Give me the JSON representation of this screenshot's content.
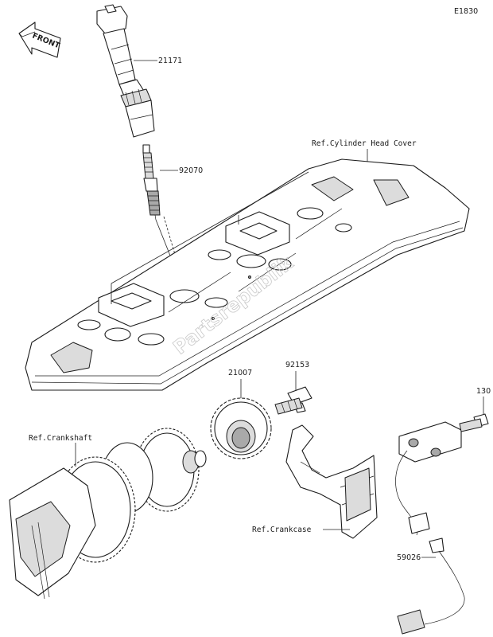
{
  "diagram_code": "E1830",
  "front_label": "FRONT",
  "watermark": "Partsrepublik",
  "parts": [
    {
      "id": "p21171",
      "number": "21171"
    },
    {
      "id": "p92070",
      "number": "92070"
    },
    {
      "id": "p21007",
      "number": "21007"
    },
    {
      "id": "p92153",
      "number": "92153"
    },
    {
      "id": "p130",
      "number": "130"
    },
    {
      "id": "p59026",
      "number": "59026"
    }
  ],
  "references": {
    "cylinder_head_cover": "Ref.Cylinder Head Cover",
    "crankshaft": "Ref.Crankshaft",
    "crankcase": "Ref.Crankcase"
  }
}
